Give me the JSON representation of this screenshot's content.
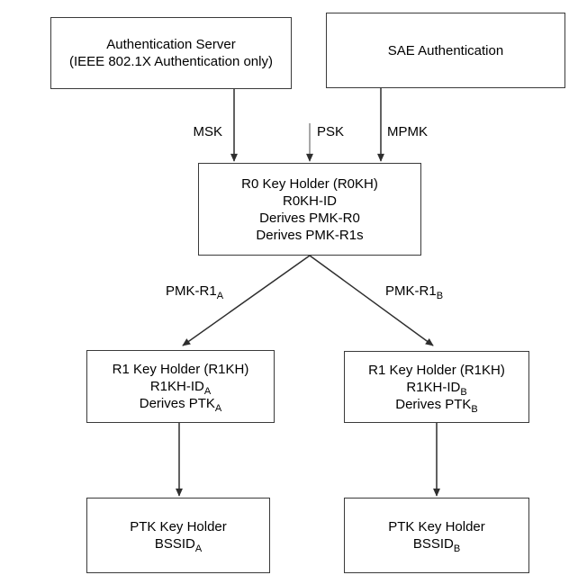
{
  "diagram": {
    "boxes": {
      "auth_server": {
        "line1": "Authentication Server",
        "line2": "(IEEE 802.1X Authentication only)"
      },
      "sae": {
        "line1": "SAE Authentication"
      },
      "r0kh": {
        "line1": "R0 Key Holder (R0KH)",
        "line2": "R0KH-ID",
        "line3": "Derives PMK-R0",
        "line4": "Derives PMK-R1s"
      },
      "r1kh_a": {
        "line1": "R1 Key Holder (R1KH)",
        "line2_base": "R1KH-ID",
        "line2_sub": "A",
        "line3_base": "Derives PTK",
        "line3_sub": "A"
      },
      "r1kh_b": {
        "line1": "R1 Key Holder (R1KH)",
        "line2_base": "R1KH-ID",
        "line2_sub": "B",
        "line3_base": "Derives PTK",
        "line3_sub": "B"
      },
      "ptk_a": {
        "line1": "PTK Key Holder",
        "line2_base": "BSSID",
        "line2_sub": "A"
      },
      "ptk_b": {
        "line1": "PTK Key Holder",
        "line2_base": "BSSID",
        "line2_sub": "B"
      }
    },
    "edge_labels": {
      "msk": "MSK",
      "psk": "PSK",
      "mpmk": "MPMK",
      "pmk_r1_a_base": "PMK-R1",
      "pmk_r1_a_sub": "A",
      "pmk_r1_b_base": "PMK-R1",
      "pmk_r1_b_sub": "B"
    },
    "colors": {
      "background": "#ffffff",
      "box_border": "#3a3a3a",
      "text": "#000000",
      "arrow": "#2e2e2e",
      "psk_arrow_shaft": "#8a8a8a"
    }
  }
}
